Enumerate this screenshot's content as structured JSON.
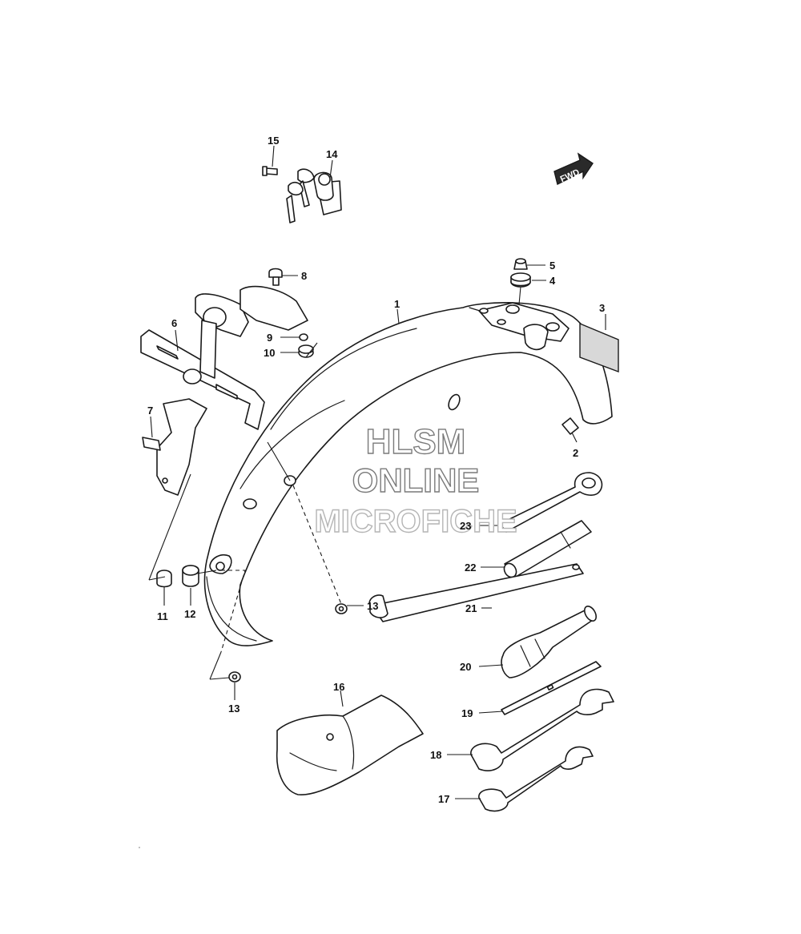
{
  "watermark": {
    "line1": "HLSM",
    "line2": "ONLINE",
    "line3": "MICROFICHE"
  },
  "direction_badge": {
    "label": "FWD"
  },
  "callouts": [
    {
      "id": "c1",
      "label": "1"
    },
    {
      "id": "c2",
      "label": "2"
    },
    {
      "id": "c3",
      "label": "3"
    },
    {
      "id": "c4",
      "label": "4"
    },
    {
      "id": "c5",
      "label": "5"
    },
    {
      "id": "c6",
      "label": "6"
    },
    {
      "id": "c7",
      "label": "7"
    },
    {
      "id": "c8",
      "label": "8"
    },
    {
      "id": "c9",
      "label": "9"
    },
    {
      "id": "c10",
      "label": "10"
    },
    {
      "id": "c11",
      "label": "11"
    },
    {
      "id": "c12",
      "label": "12"
    },
    {
      "id": "c13a",
      "label": "13"
    },
    {
      "id": "c13b",
      "label": "13"
    },
    {
      "id": "c14",
      "label": "14"
    },
    {
      "id": "c15",
      "label": "15"
    },
    {
      "id": "c16",
      "label": "16"
    },
    {
      "id": "c17",
      "label": "17"
    },
    {
      "id": "c18",
      "label": "18"
    },
    {
      "id": "c19",
      "label": "19"
    },
    {
      "id": "c20",
      "label": "20"
    },
    {
      "id": "c21",
      "label": "21"
    },
    {
      "id": "c22",
      "label": "22"
    },
    {
      "id": "c23",
      "label": "23"
    }
  ]
}
